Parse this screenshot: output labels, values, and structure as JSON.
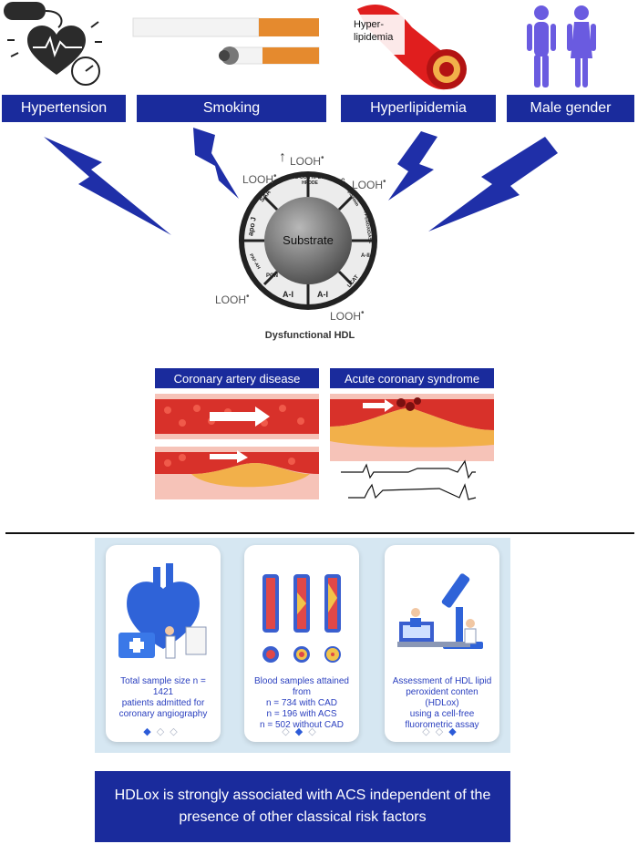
{
  "risk_factors": [
    {
      "label": "Hypertension",
      "icon": "blood-pressure-heart-icon"
    },
    {
      "label": "Smoking",
      "icon": "cigarette-icon"
    },
    {
      "label": "Hyperlipidemia",
      "icon": "artery-plaque-icon",
      "inset_label": "Hyper-\nlipidemia"
    },
    {
      "label": "Male gender",
      "icon": "human-figures-icon"
    }
  ],
  "hdl": {
    "center_label": "Substrate",
    "caption": "Dysfunctional HDL",
    "looh_labels": [
      "LOOH",
      "LOOH",
      "LOOH",
      "LOOH",
      "LOOH"
    ],
    "ring_segments": [
      "CE-OOH HPETE, HPODE",
      "Ceruloplasmin",
      "GSH PEROXIDASE",
      "A-II",
      "LCAT",
      "A-I",
      "A-I",
      "PON",
      "PAF-AH",
      "apo J",
      "SAA"
    ]
  },
  "disease_panels": [
    {
      "title": "Coronary artery disease"
    },
    {
      "title": "Acute coronary syndrome"
    }
  ],
  "study_cards": [
    {
      "text": "Total sample size n = 1421\npatients admitted for\ncoronary angiography",
      "active_dot": 0
    },
    {
      "text": "Blood samples attained from\nn = 734 with CAD\nn = 196 with ACS\nn = 502 without CAD",
      "active_dot": 1
    },
    {
      "text": "Assessment of HDL lipid\nperoxident conten (HDLox)\nusing a cell-free\nfluorometric assay",
      "active_dot": 2
    }
  ],
  "conclusion": "HDLox is strongly associated with ACS independent of the presence of other classical risk factors",
  "colors": {
    "label_bg": "#1a2b9c",
    "bolt": "#1f2fa8",
    "card_panel_bg": "#d6e7f2",
    "artery_red": "#d8312a",
    "plaque": "#f2b04a"
  }
}
